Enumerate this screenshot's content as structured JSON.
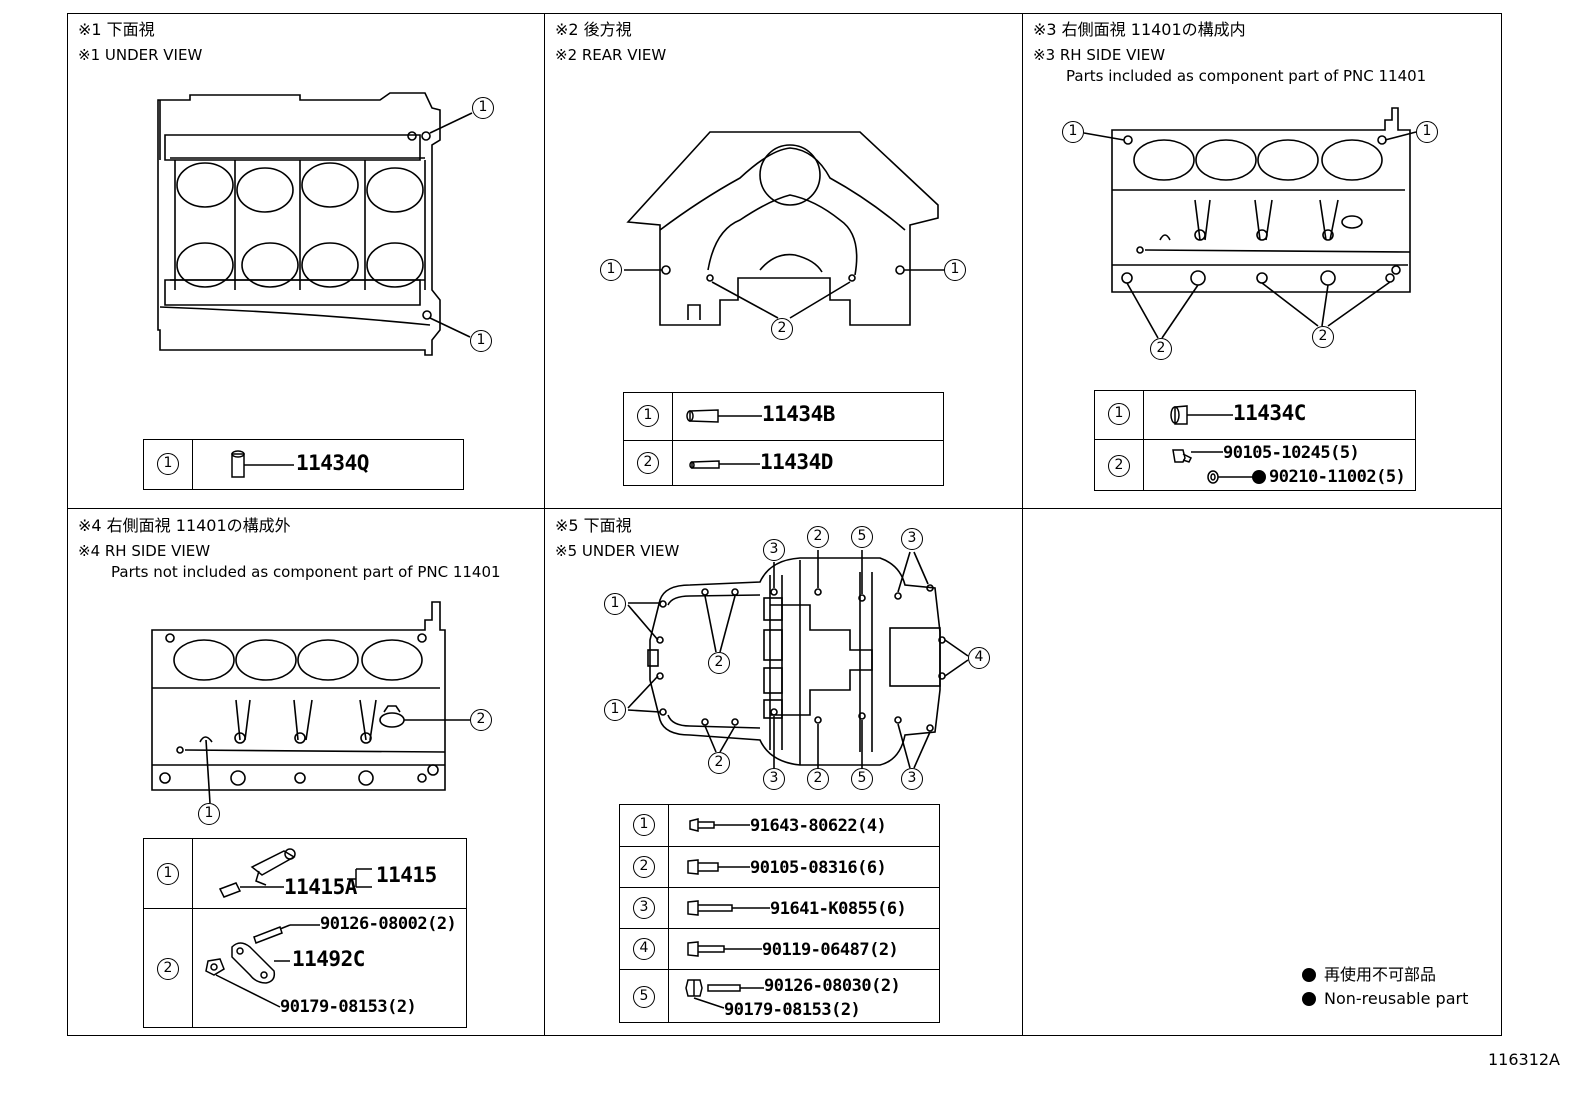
{
  "panels": [
    {
      "id": "p1",
      "title_jp": "※1 下面視",
      "title_en": "※1 UNDER VIEW",
      "note": ""
    },
    {
      "id": "p2",
      "title_jp": "※2 後方視",
      "title_en": "※2 REAR VIEW",
      "note": ""
    },
    {
      "id": "p3",
      "title_jp": "※3 右側面視 11401の構成内",
      "title_en": "※3 RH SIDE VIEW",
      "note": "Parts included as component part of PNC 11401"
    },
    {
      "id": "p4",
      "title_jp": "※4 右側面視 11401の構成外",
      "title_en": "※4 RH SIDE VIEW",
      "note": "Parts not included as component part of PNC 11401"
    },
    {
      "id": "p5",
      "title_jp": "※5 下面視",
      "title_en": "※5 UNDER VIEW",
      "note": ""
    }
  ],
  "callouts": {
    "one": "1",
    "two": "2",
    "three": "3",
    "four": "4",
    "five": "5"
  },
  "tables": {
    "p1": {
      "rows": [
        {
          "idx": "1",
          "parts": [
            "11434Q"
          ]
        }
      ]
    },
    "p2": {
      "rows": [
        {
          "idx": "1",
          "parts": [
            "11434B"
          ]
        },
        {
          "idx": "2",
          "parts": [
            "11434D"
          ]
        }
      ]
    },
    "p3": {
      "rows": [
        {
          "idx": "1",
          "parts": [
            "11434C"
          ]
        },
        {
          "idx": "2",
          "parts": [
            "90105-10245(5)",
            "90210-11002(5)"
          ]
        }
      ]
    },
    "p4": {
      "rows": [
        {
          "idx": "1",
          "parts": [
            "11415A",
            "11415"
          ]
        },
        {
          "idx": "2",
          "parts": [
            "90126-08002(2)",
            "11492C",
            "90179-08153(2)"
          ]
        }
      ]
    },
    "p5": {
      "rows": [
        {
          "idx": "1",
          "parts": [
            "91643-80622(4)"
          ]
        },
        {
          "idx": "2",
          "parts": [
            "90105-08316(6)"
          ]
        },
        {
          "idx": "3",
          "parts": [
            "91641-K0855(6)"
          ]
        },
        {
          "idx": "4",
          "parts": [
            "90119-06487(2)"
          ]
        },
        {
          "idx": "5",
          "parts": [
            "90126-08030(2)",
            "90179-08153(2)"
          ]
        }
      ]
    }
  },
  "legend": {
    "jp": "再使用不可部品",
    "en": "Non-reusable part"
  },
  "reference": "116312A"
}
